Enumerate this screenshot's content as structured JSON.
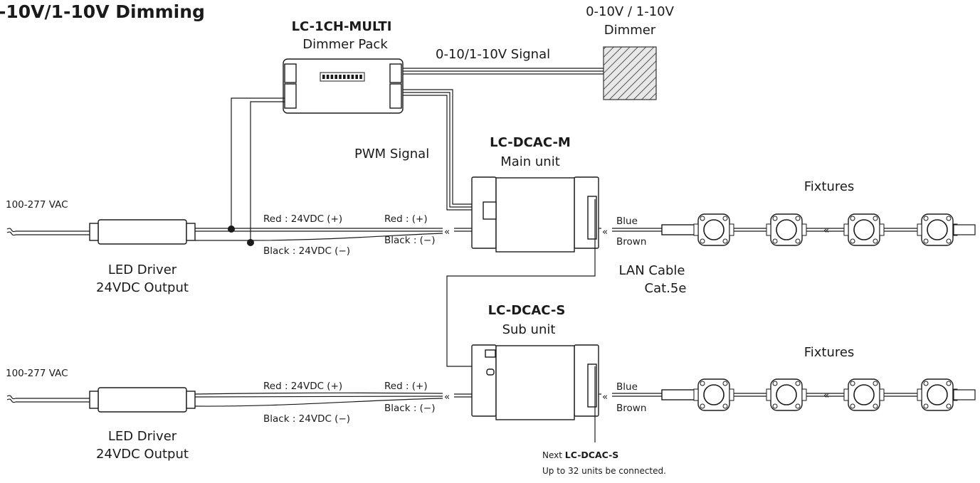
{
  "title": "-10V/1-10V Dimming",
  "dimmer": {
    "line1": "0-10V / 1-10V",
    "line2": "Dimmer"
  },
  "dimmer_pack": {
    "name": "LC-1CH-MULTI",
    "sub": "Dimmer Pack"
  },
  "signal_label": "0-10/1-10V Signal",
  "pwm_label": "PWM Signal",
  "main_unit": {
    "name": "LC-DCAC-M",
    "sub": "Main unit"
  },
  "sub_unit": {
    "name": "LC-DCAC-S",
    "sub": "Sub unit"
  },
  "fixtures_label": "Fixtures",
  "ac_label": "100-277 VAC",
  "driver": {
    "line1": "LED Driver",
    "line2": "24VDC Output"
  },
  "wires": {
    "red_24": "Red : 24VDC (+)",
    "black_24": "Black : 24VDC (−)",
    "red": "Red : (+)",
    "black": "Black : (−)",
    "blue": "Blue",
    "brown": "Brown"
  },
  "lan": {
    "line1": "LAN Cable",
    "line2": "Cat.5e"
  },
  "next": {
    "prefix": "Next ",
    "name": "LC-DCAC-S",
    "note": "Up to 32 units be connected."
  }
}
